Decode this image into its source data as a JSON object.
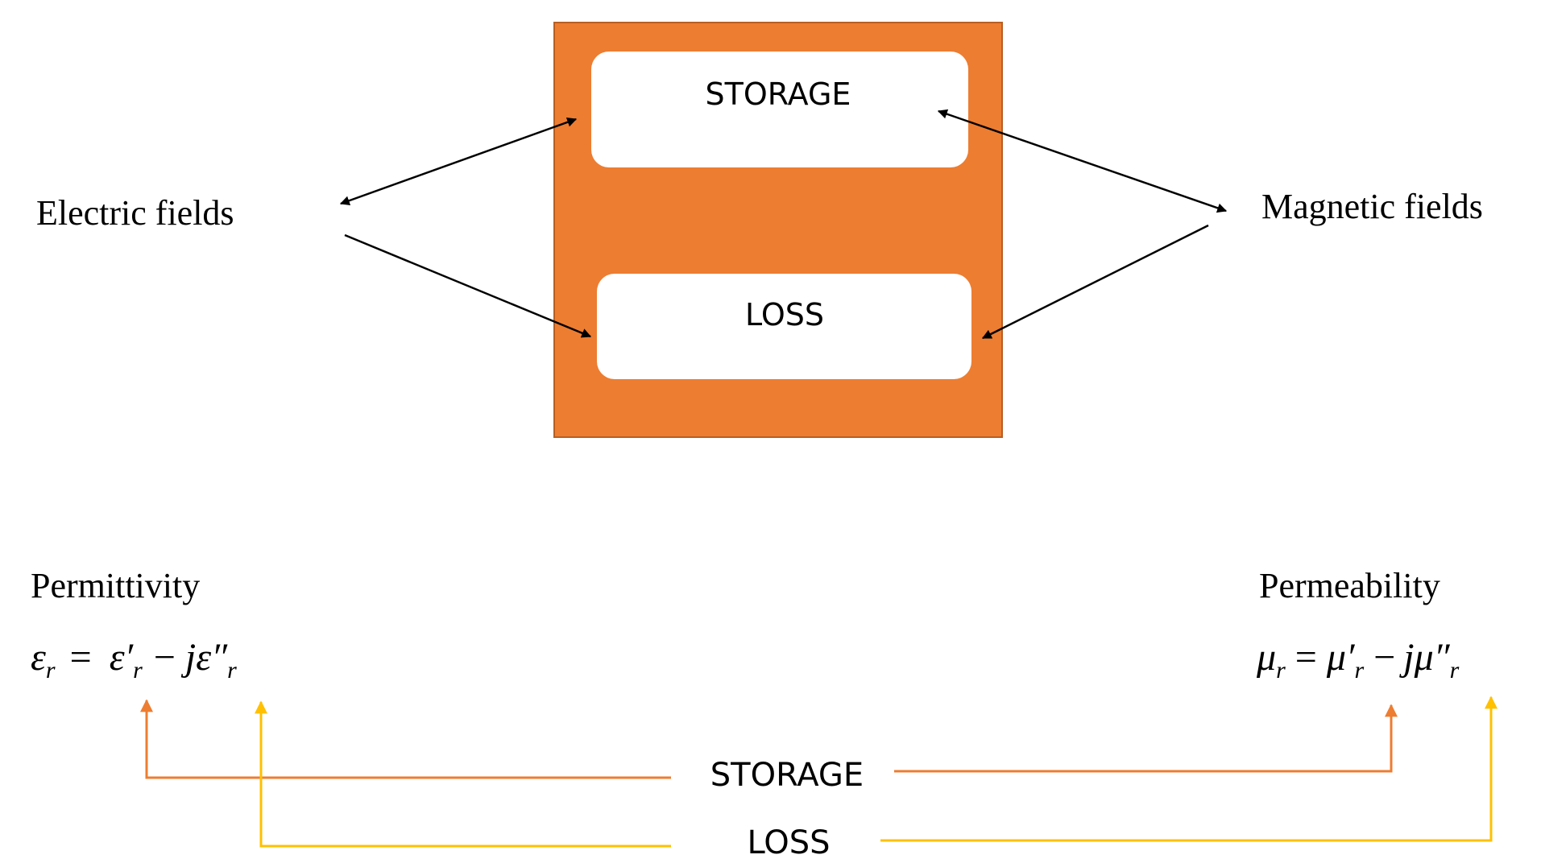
{
  "labels": {
    "electric": "Electric fields",
    "magnetic": "Magnetic fields",
    "permittivity": "Permittivity",
    "permeability": "Permeability"
  },
  "box": {
    "storage": "STORAGE",
    "loss": "LOSS"
  },
  "legend": {
    "storage": "STORAGE",
    "loss": "LOSS"
  },
  "equations": {
    "permittivity": {
      "lhs": "ε",
      "lhs_sub": "r",
      "eq": "=",
      "real": "ε′",
      "real_sub": "r",
      "minus": "−",
      "j": "j",
      "imag": "ε″",
      "imag_sub": "r"
    },
    "permeability": {
      "lhs": "μ",
      "lhs_sub": "r",
      "eq": "=",
      "real": "μ′",
      "real_sub": "r",
      "minus": "−",
      "j": "j",
      "imag": "μ″",
      "imag_sub": "r"
    }
  },
  "colors": {
    "material_fill": "#ED7D31",
    "material_stroke": "#B85E22",
    "inner_fill": "#FFFFFF",
    "storage_line": "#ED7D31",
    "loss_line": "#FFC000",
    "arrow": "#000000"
  }
}
